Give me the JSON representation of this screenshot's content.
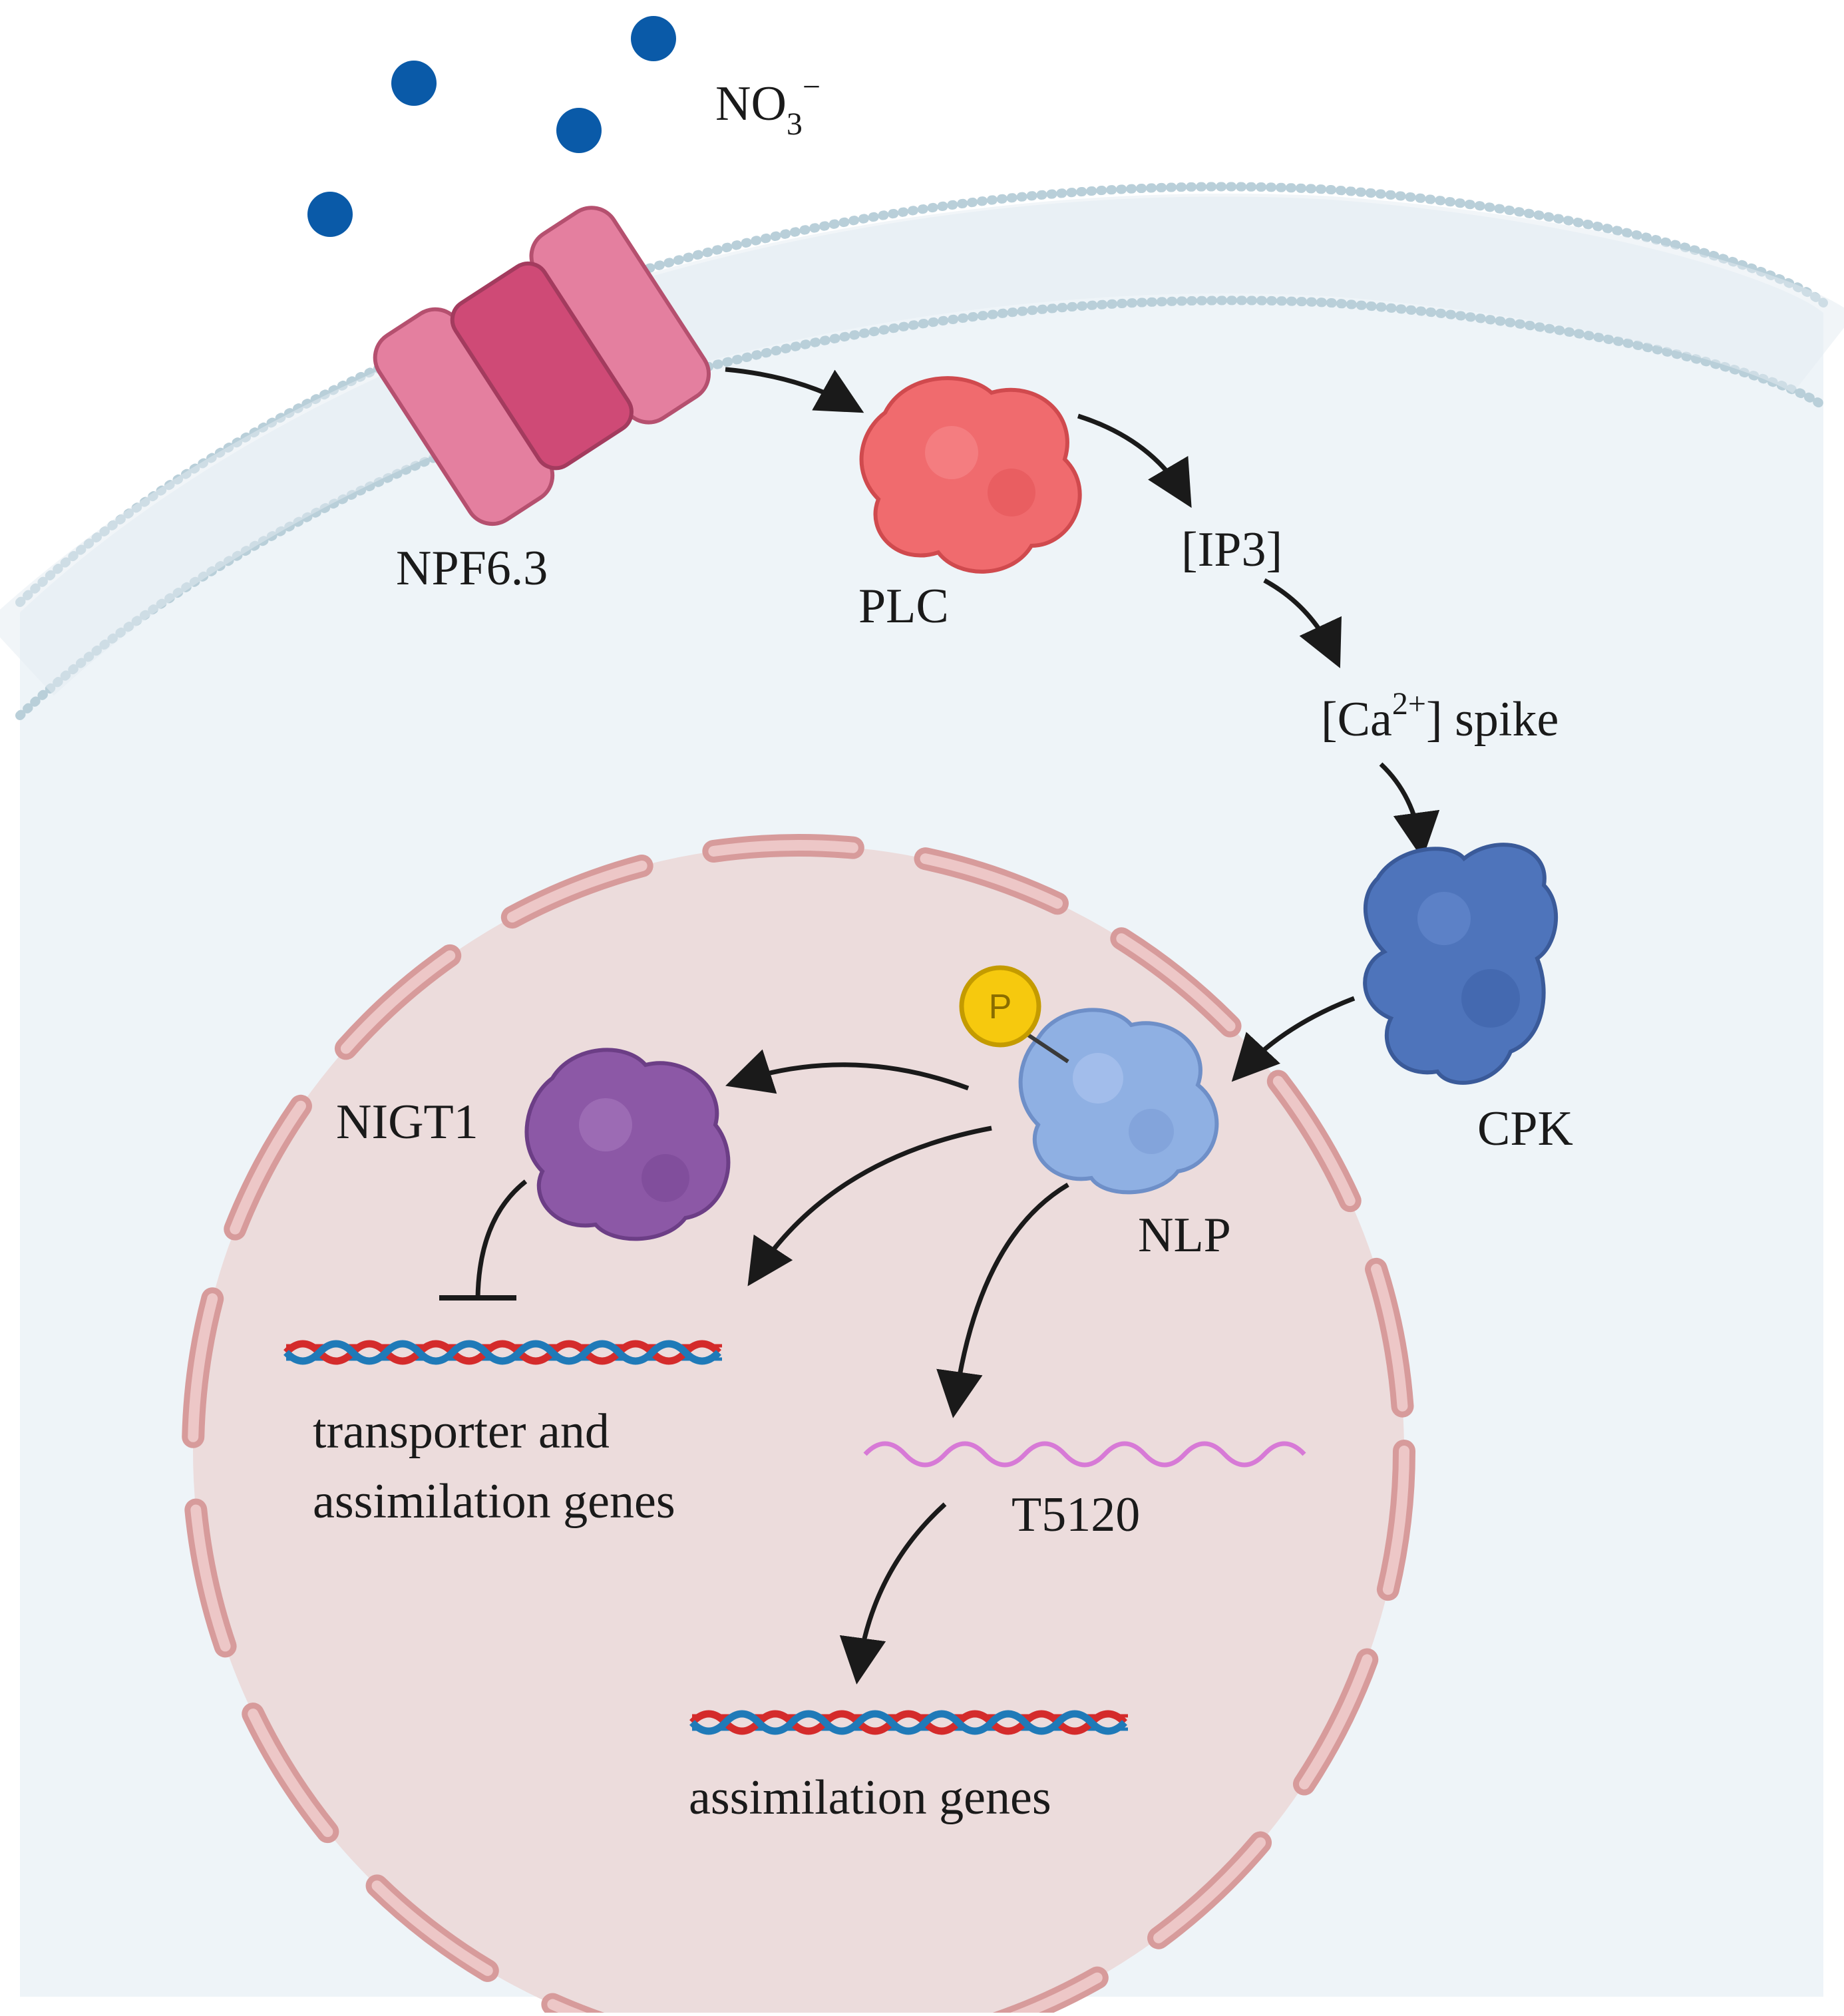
{
  "labels": {
    "nitrate": "NO",
    "nitrate_sub": "3",
    "nitrate_sup": "−",
    "npf": "NPF6.3",
    "plc": "PLC",
    "ip3": "[IP3]",
    "ca_pre": "[Ca",
    "ca_sup": "2+",
    "ca_post": "] spike",
    "cpk": "CPK",
    "nlp": "NLP",
    "phospho": "P",
    "nigt1": "NIGT1",
    "genes1_line1": "transporter and",
    "genes1_line2": "assimilation genes",
    "t5120": "T5120",
    "genes2": "assimilation genes"
  },
  "colors": {
    "background": "#ffffff",
    "cytoplasm": "#eef4f8",
    "membrane_dots": "#b9cfd9",
    "nitrate_ion": "#0a5aa8",
    "transporter": "#e47f9f",
    "transporter_core": "#cf4a76",
    "plc": "#f06b6e",
    "cpk": "#4e74bb",
    "nlp": "#8fb0e3",
    "nigt1": "#8c58a6",
    "phosphate": "#f6c90e",
    "nucleus": "#ecdcdc",
    "nuclear_envelope": "#d79b9b",
    "dna_red": "#d42b2b",
    "dna_blue": "#1f7ab8",
    "rna": "#d77ad6",
    "arrow": "#1a1a1a"
  }
}
